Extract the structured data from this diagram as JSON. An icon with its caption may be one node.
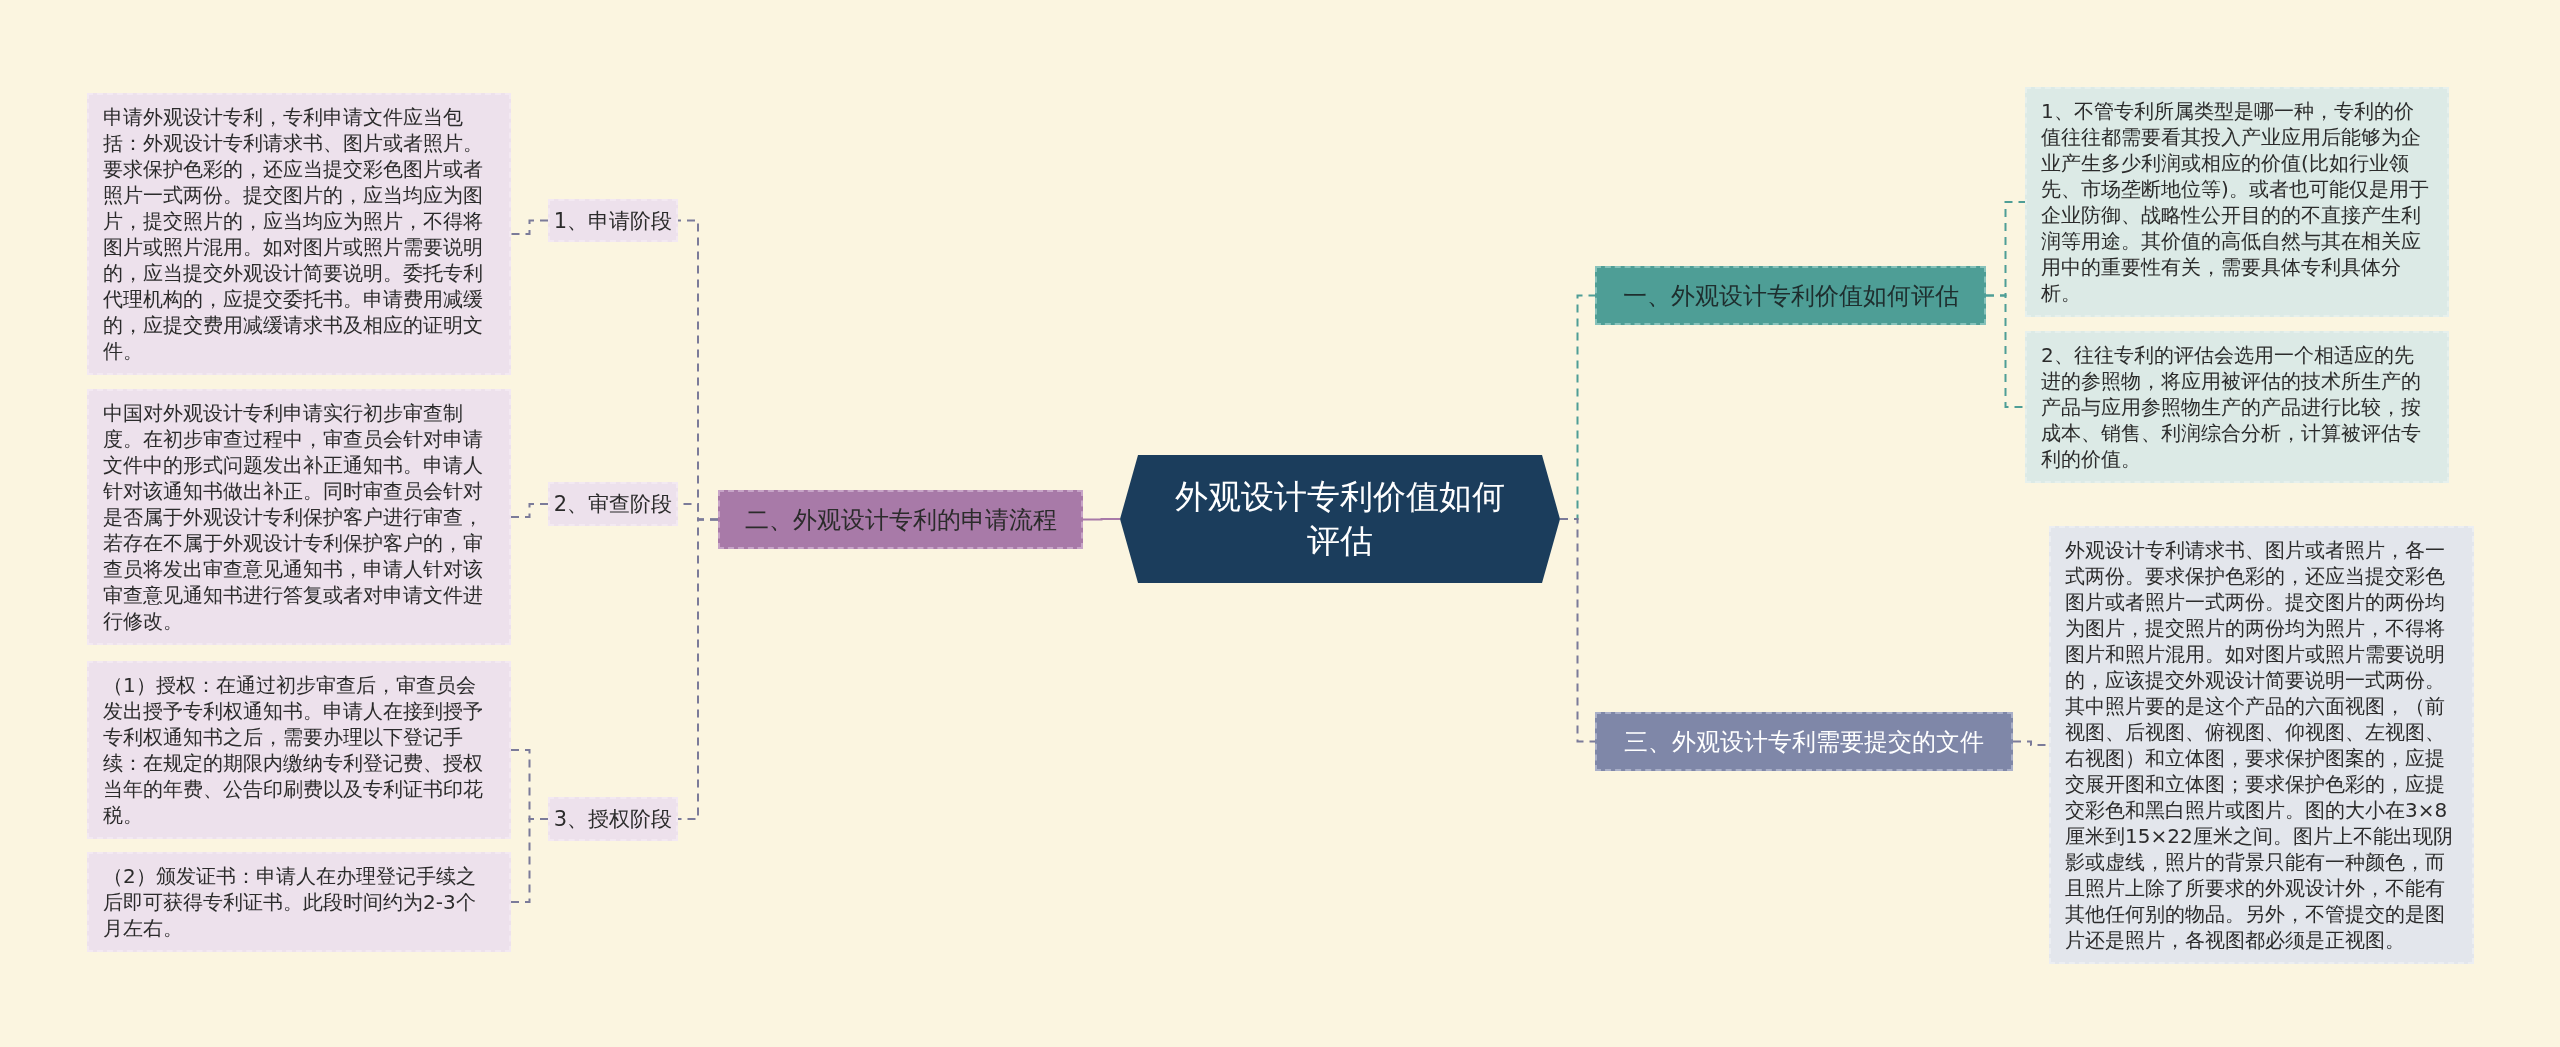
{
  "diagram": {
    "nodes": [
      {
        "text": [
          "外观设计专利价值如何评估"
        ]
      },
      {
        "text": [
          "二、外观设计专利的申请流程"
        ]
      },
      {
        "text": [
          "1、申请阶段"
        ]
      },
      {
        "text": [
          "申请外观设计专利，专利申请文件应当包括：外观设计专利请求书、图片或者照片。要求保护色彩的，还应当提交彩色图片或者照片一式两份。提交图片的，应当均应为图片，提交照片的，应当均应为照片，不得将图片或照片混用。如对图片或照片需要说明的，应当提交外观设计简要说明。委托专利代理机构的，应提交委托书。申请费用减缓的，应提交费用减缓请求书及相应的证明文件。"
        ]
      },
      {
        "text": [
          "2、审查阶段"
        ]
      },
      {
        "text": [
          "中国对外观设计专利申请实行初步审查制度。在初步审查过程中，审查员会针对申请文件中的形式问题发出补正通知书。申请人针对该通知书做出补正。同时审查员会针对是否属于外观设计专利保护客户进行审查，若存在不属于外观设计专利保护客户的，审查员将发出审查意见通知书，申请人针对该审查意见通知书进行答复或者对申请文件进行修改。"
        ]
      },
      {
        "text": [
          "3、授权阶段"
        ]
      },
      {
        "text": [
          "（1）授权：在通过初步审查后，审查员会发出授予专利权通知书。申请人在接到授予专利权通知书之后，需要办理以下登记手续：在规定的期限内缴纳专利登记费、授权当年的年费、公告印刷费以及专利证书印花税。"
        ]
      },
      {
        "text": [
          "（2）颁发证书：申请人在办理登记手续之后即可获得专利证书。此段时间约为2-3个月左右。"
        ]
      },
      {
        "text": [
          "一、外观设计专利价值如何评估"
        ]
      },
      {
        "text": [
          "1、不管专利所属类型是哪一种，专利的价值往往都需要看其投入产业应用后能够为企业产生多少利润或相应的价值(比如行业领先、市场垄断地位等)。或者也可能仅是用于企业防御、战略性公开目的的不直接产生利润等用途。其价值的高低自然与其在相关应用中的重要性有关，需要具体专利具体分析。"
        ]
      },
      {
        "text": [
          "2、往往专利的评估会选用一个相适应的先进的参照物，将应用被评估的技术所生产的产品与应用参照物生产的产品进行比较，按成本、销售、利润综合分析，计算被评估专利的价值。"
        ]
      },
      {
        "text": [
          "三、外观设计专利需要提交的文件"
        ]
      },
      {
        "text": [
          "外观设计专利请求书、图片或者照片，各一式两份。要求保护色彩的，还应当提交彩色图片或者照片一式两份。提交图片的两份均为图片，提交照片的两份均为照片，不得将图片和照片混用。如对图片或照片需要说明的，应该提交外观设计简要说明一式两份。其中照片要的是这个产品的六面视图，（前视图、后视图、俯视图、仰视图、左视图、右视图）和立体图，要求保护图案的，应提交展开图和立体图；要求保护色彩的，应提交彩色和黑白照片或图片。图的大小在3×8厘米到15×22厘米之间。图片上不能出现阴影或虚线，照片的背景只能有一种颜色，而且照片上除了所要求的外观设计外，不能有其他任何别的物品。另外，不管提交的是图片还是照片，各视图都必须是正视图。"
        ]
      }
    ],
    "edges": [
      {
        "from": 0,
        "to": 1,
        "arrow": "none",
        "color": "#a87aa8"
      },
      {
        "from": 1,
        "to": 2,
        "arrow": "none",
        "style": "dashed"
      },
      {
        "from": 2,
        "to": 3,
        "arrow": "none",
        "style": "dashed"
      },
      {
        "from": 1,
        "to": 4,
        "arrow": "none",
        "style": "dashed"
      },
      {
        "from": 4,
        "to": 5,
        "arrow": "none",
        "style": "dashed"
      },
      {
        "from": 1,
        "to": 6,
        "arrow": "none",
        "style": "dashed"
      },
      {
        "from": 6,
        "to": 7,
        "arrow": "none",
        "style": "dashed"
      },
      {
        "from": 6,
        "to": 8,
        "arrow": "none",
        "style": "dashed"
      },
      {
        "from": 0,
        "to": 9,
        "arrow": "none",
        "style": "dashed",
        "color": "#4e9e96"
      },
      {
        "from": 9,
        "to": 10,
        "arrow": "none",
        "style": "dashed",
        "color": "#4e9e96"
      },
      {
        "from": 9,
        "to": 11,
        "arrow": "none",
        "style": "dashed",
        "color": "#4e9e96"
      },
      {
        "from": 0,
        "to": 12,
        "arrow": "none",
        "style": "dashed"
      },
      {
        "from": 12,
        "to": 13,
        "arrow": "none",
        "style": "dashed"
      }
    ]
  }
}
